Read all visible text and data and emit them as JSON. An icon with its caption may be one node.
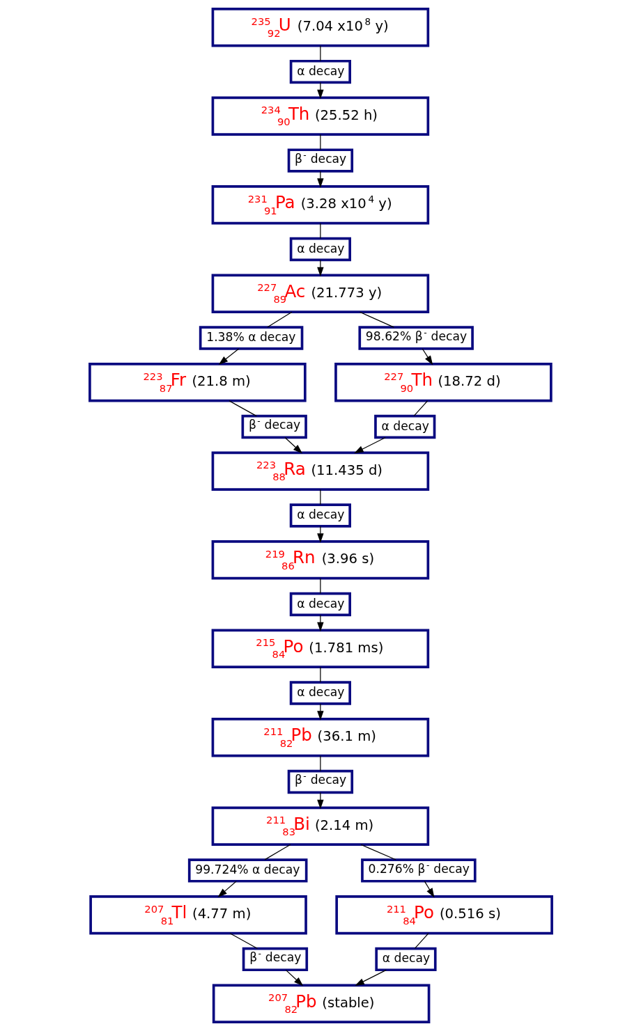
{
  "diagram": {
    "nodes": [
      {
        "text": [
          "$^{235}$$_{92}$U (7.04 x10$^{8}$ y)"
        ]
      },
      {
        "text": [
          "α decay"
        ]
      },
      {
        "text": [
          "$^{234}$$_{90}$Th (25.52 h)"
        ]
      },
      {
        "text": [
          "β$^{-}$ decay"
        ]
      },
      {
        "text": [
          "$^{231}$$_{91}$Pa (3.28 x10$^{4}$ y)"
        ]
      },
      {
        "text": [
          "α decay"
        ]
      },
      {
        "text": [
          "$^{227}$$_{89}$Ac (21.773 y)"
        ]
      },
      {
        "text": [
          "1.38% α decay"
        ]
      },
      {
        "text": [
          "98.62% β$^{-}$ decay"
        ]
      },
      {
        "text": [
          "$^{223}$$_{87}$Fr (21.8 m)"
        ]
      },
      {
        "text": [
          "$^{227}$$_{90}$Th (18.72 d)"
        ]
      },
      {
        "text": [
          "β$^{-}$ decay"
        ]
      },
      {
        "text": [
          "α decay"
        ]
      },
      {
        "text": [
          "$^{223}$$_{88}$Ra (11.435 d)"
        ]
      },
      {
        "text": [
          "α decay"
        ]
      },
      {
        "text": [
          "$^{219}$$_{86}$Rn (3.96 s)"
        ]
      },
      {
        "text": [
          "α decay"
        ]
      },
      {
        "text": [
          "$^{215}$$_{84}$Po (1.781 ms)"
        ]
      },
      {
        "text": [
          "α decay"
        ]
      },
      {
        "text": [
          "$^{211}$$_{82}$Pb (36.1 m)"
        ]
      },
      {
        "text": [
          "β$^{-}$ decay"
        ]
      },
      {
        "text": [
          "$^{211}$$_{83}$Bi (2.14 m)"
        ]
      },
      {
        "text": [
          "99.724% α decay"
        ]
      },
      {
        "text": [
          "0.276% β$^{-}$ decay"
        ]
      },
      {
        "text": [
          "$^{207}$$_{81}$Tl (4.77 m)"
        ]
      },
      {
        "text": [
          "$^{211}$$_{84}$Po (0.516 s)"
        ]
      },
      {
        "text": [
          "β$^{-}$ decay"
        ]
      },
      {
        "text": [
          "α decay"
        ]
      },
      {
        "text": [
          "$^{207}$$_{82}$Pb (stable)"
        ]
      }
    ],
    "edges": [
      {
        "from": 0,
        "to": 1,
        "arrow": "none"
      },
      {
        "from": 1,
        "to": 2,
        "arrow": "to"
      },
      {
        "from": 2,
        "to": 3,
        "arrow": "none"
      },
      {
        "from": 3,
        "to": 4,
        "arrow": "to"
      },
      {
        "from": 4,
        "to": 5,
        "arrow": "none"
      },
      {
        "from": 5,
        "to": 6,
        "arrow": "to"
      },
      {
        "from": 6,
        "to": 7,
        "arrow": "none"
      },
      {
        "from": 6,
        "to": 8,
        "arrow": "none"
      },
      {
        "from": 7,
        "to": 9,
        "arrow": "to"
      },
      {
        "from": 8,
        "to": 10,
        "arrow": "to"
      },
      {
        "from": 9,
        "to": 11,
        "arrow": "none"
      },
      {
        "from": 10,
        "to": 12,
        "arrow": "none"
      },
      {
        "from": 11,
        "to": 13,
        "arrow": "to"
      },
      {
        "from": 12,
        "to": 13,
        "arrow": "to"
      },
      {
        "from": 13,
        "to": 14,
        "arrow": "none"
      },
      {
        "from": 14,
        "to": 15,
        "arrow": "to"
      },
      {
        "from": 15,
        "to": 16,
        "arrow": "none"
      },
      {
        "from": 16,
        "to": 17,
        "arrow": "to"
      },
      {
        "from": 17,
        "to": 18,
        "arrow": "none"
      },
      {
        "from": 18,
        "to": 19,
        "arrow": "to"
      },
      {
        "from": 19,
        "to": 20,
        "arrow": "none"
      },
      {
        "from": 20,
        "to": 21,
        "arrow": "to"
      },
      {
        "from": 21,
        "to": 22,
        "arrow": "none"
      },
      {
        "from": 21,
        "to": 23,
        "arrow": "none"
      },
      {
        "from": 22,
        "to": 24,
        "arrow": "to"
      },
      {
        "from": 23,
        "to": 25,
        "arrow": "to"
      },
      {
        "from": 24,
        "to": 26,
        "arrow": "none"
      },
      {
        "from": 25,
        "to": 27,
        "arrow": "none"
      },
      {
        "from": 26,
        "to": 28,
        "arrow": "to"
      },
      {
        "from": 27,
        "to": 28,
        "arrow": "to"
      }
    ]
  }
}
